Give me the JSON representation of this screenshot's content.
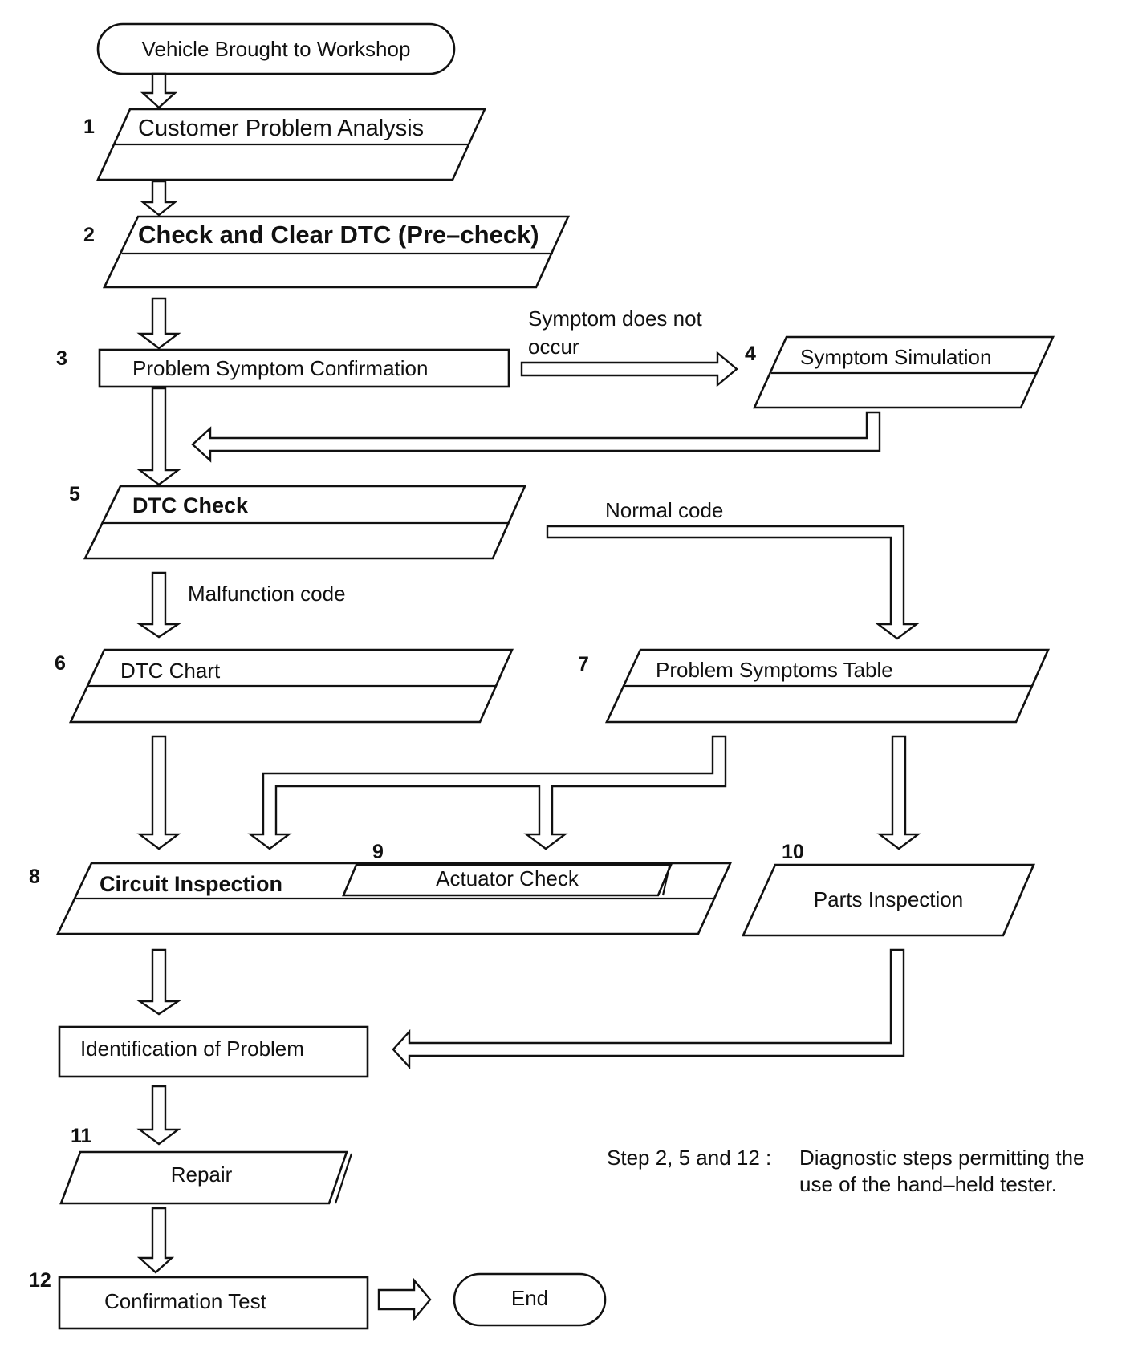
{
  "steps": {
    "start": {
      "label": "Vehicle Brought to Workshop"
    },
    "s1": {
      "num": "1",
      "label": "Customer Problem Analysis"
    },
    "s2": {
      "num": "2",
      "label": "Check and Clear DTC (Pre–check)"
    },
    "s3": {
      "num": "3",
      "label": "Problem Symptom Confirmation"
    },
    "s4": {
      "num": "4",
      "label": "Symptom Simulation"
    },
    "s5": {
      "num": "5",
      "label": "DTC Check"
    },
    "s6": {
      "num": "6",
      "label": "DTC Chart"
    },
    "s7": {
      "num": "7",
      "label": "Problem Symptoms Table"
    },
    "s8": {
      "num": "8",
      "label": "Circuit Inspection"
    },
    "s9": {
      "num": "9",
      "label": "Actuator Check"
    },
    "s10": {
      "num": "10",
      "label": "Parts Inspection"
    },
    "ident": {
      "label": "Identification of Problem"
    },
    "s11": {
      "num": "11",
      "label": "Repair"
    },
    "s12": {
      "num": "12",
      "label": "Confirmation Test"
    },
    "end": {
      "label": "End"
    }
  },
  "edges": {
    "not_occur_line1": "Symptom does not",
    "not_occur_line2": "occur",
    "normal_code": "Normal code",
    "malfunction_code": "Malfunction code"
  },
  "note": {
    "prefix": "Step 2, 5 and 12 :",
    "line1": "Diagnostic steps permitting the",
    "line2": "use of the hand–held tester."
  }
}
